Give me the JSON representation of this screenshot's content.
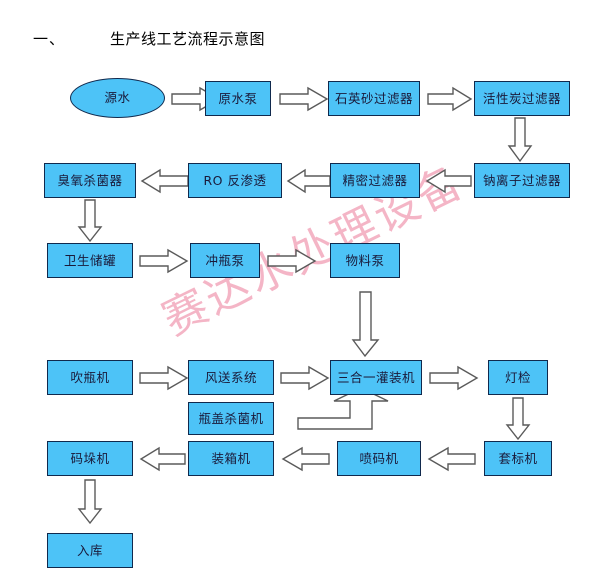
{
  "document": {
    "title_number": "一、",
    "title_text": "生产线工艺流程示意图",
    "watermark": "赛达水处理设备"
  },
  "theme": {
    "node_fill": "#4dc3f7",
    "node_border": "#10294d",
    "arrow_fill": "#ffffff",
    "arrow_stroke": "#5a5a5a",
    "watermark_color": "#f3a9bd",
    "text_color": "#1a1a3a",
    "background": "#ffffff"
  },
  "flowchart": {
    "type": "process-flow-diagram",
    "rows": [
      {
        "row": 1,
        "direction": "left-to-right",
        "nodes": [
          {
            "id": "source-water",
            "label": "源水",
            "shape": "ellipse"
          },
          {
            "id": "raw-water-pump",
            "label": "原水泵",
            "shape": "rect"
          },
          {
            "id": "quartz-sand-filter",
            "label": "石英砂过滤器",
            "shape": "rect"
          },
          {
            "id": "activated-carbon-filter",
            "label": "活性炭过滤器",
            "shape": "rect"
          }
        ]
      },
      {
        "row": 2,
        "direction": "right-to-left",
        "nodes": [
          {
            "id": "ozone-sterilizer",
            "label": "臭氧杀菌器",
            "shape": "rect"
          },
          {
            "id": "ro-reverse-osmosis",
            "label": "RO 反渗透",
            "shape": "rect"
          },
          {
            "id": "precision-filter",
            "label": "精密过滤器",
            "shape": "rect"
          },
          {
            "id": "sodium-ion-filter",
            "label": "钠离子过滤器",
            "shape": "rect"
          }
        ]
      },
      {
        "row": 3,
        "direction": "left-to-right",
        "nodes": [
          {
            "id": "sanitary-storage-tank",
            "label": "卫生储罐",
            "shape": "rect"
          },
          {
            "id": "bottle-rinsing-pump",
            "label": "冲瓶泵",
            "shape": "rect"
          },
          {
            "id": "material-pump",
            "label": "物料泵",
            "shape": "rect"
          }
        ]
      },
      {
        "row": 4,
        "direction": "left-to-right",
        "nodes": [
          {
            "id": "bottle-blowing-machine",
            "label": "吹瓶机",
            "shape": "rect"
          },
          {
            "id": "air-conveying-system",
            "label": "风送系统",
            "shape": "rect"
          },
          {
            "id": "three-in-one-filling-machine",
            "label": "三合一灌装机",
            "shape": "rect"
          },
          {
            "id": "lamp-inspection",
            "label": "灯检",
            "shape": "rect"
          }
        ]
      },
      {
        "row": "4b",
        "direction": "branch",
        "nodes": [
          {
            "id": "cap-sterilizer",
            "label": "瓶盖杀菌机",
            "shape": "rect"
          }
        ]
      },
      {
        "row": 5,
        "direction": "right-to-left",
        "nodes": [
          {
            "id": "palletizer",
            "label": "码垛机",
            "shape": "rect"
          },
          {
            "id": "case-packer",
            "label": "装箱机",
            "shape": "rect"
          },
          {
            "id": "inkjet-printer",
            "label": "喷码机",
            "shape": "rect"
          },
          {
            "id": "labeling-machine",
            "label": "套标机",
            "shape": "rect"
          }
        ]
      },
      {
        "row": 6,
        "direction": "terminal",
        "nodes": [
          {
            "id": "warehouse-in",
            "label": "入库",
            "shape": "rect"
          }
        ]
      }
    ],
    "connectors": [
      {
        "id": "c1",
        "from": "source-water",
        "to": "raw-water-pump",
        "dir": "right"
      },
      {
        "id": "c2",
        "from": "raw-water-pump",
        "to": "quartz-sand-filter",
        "dir": "right"
      },
      {
        "id": "c3",
        "from": "quartz-sand-filter",
        "to": "activated-carbon-filter",
        "dir": "right"
      },
      {
        "id": "c4",
        "from": "activated-carbon-filter",
        "to": "sodium-ion-filter",
        "dir": "down"
      },
      {
        "id": "c5",
        "from": "sodium-ion-filter",
        "to": "precision-filter",
        "dir": "left"
      },
      {
        "id": "c6",
        "from": "precision-filter",
        "to": "ro-reverse-osmosis",
        "dir": "left"
      },
      {
        "id": "c7",
        "from": "ro-reverse-osmosis",
        "to": "ozone-sterilizer",
        "dir": "left"
      },
      {
        "id": "c8",
        "from": "ozone-sterilizer",
        "to": "sanitary-storage-tank",
        "dir": "down"
      },
      {
        "id": "c9",
        "from": "sanitary-storage-tank",
        "to": "bottle-rinsing-pump",
        "dir": "right"
      },
      {
        "id": "c10",
        "from": "bottle-rinsing-pump",
        "to": "material-pump",
        "dir": "right"
      },
      {
        "id": "c11",
        "from": "material-pump",
        "to": "three-in-one-filling-machine",
        "dir": "down"
      },
      {
        "id": "c12",
        "from": "bottle-blowing-machine",
        "to": "air-conveying-system",
        "dir": "right"
      },
      {
        "id": "c13",
        "from": "air-conveying-system",
        "to": "three-in-one-filling-machine",
        "dir": "right"
      },
      {
        "id": "c14",
        "from": "three-in-one-filling-machine",
        "to": "lamp-inspection",
        "dir": "right"
      },
      {
        "id": "c15",
        "from": "cap-sterilizer",
        "to": "three-in-one-filling-machine",
        "dir": "elbow-right-up"
      },
      {
        "id": "c16",
        "from": "lamp-inspection",
        "to": "labeling-machine",
        "dir": "down"
      },
      {
        "id": "c17",
        "from": "labeling-machine",
        "to": "inkjet-printer",
        "dir": "left"
      },
      {
        "id": "c18",
        "from": "inkjet-printer",
        "to": "case-packer",
        "dir": "left"
      },
      {
        "id": "c19",
        "from": "case-packer",
        "to": "palletizer",
        "dir": "left"
      },
      {
        "id": "c20",
        "from": "palletizer",
        "to": "warehouse-in",
        "dir": "down"
      }
    ]
  }
}
